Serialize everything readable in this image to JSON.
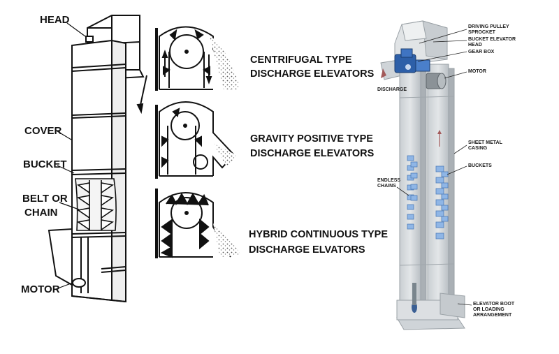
{
  "left_labels": {
    "head": "HEAD",
    "cover": "COVER",
    "bucket": "BUCKET",
    "belt_or": "BELT OR",
    "chain": "CHAIN",
    "motor": "MOTOR"
  },
  "types": [
    {
      "line1": "CENTRIFUGAL TYPE",
      "line2": "DISCHARGE ELEVATORS"
    },
    {
      "line1": "GRAVITY POSITIVE TYPE",
      "line2": "DISCHARGE ELEVATORS"
    },
    {
      "line1": "HYBRID CONTINUOUS TYPE",
      "line2": "DISCHARGE ELVATORS"
    }
  ],
  "right_labels": {
    "driving_pulley_1": "DRIVING PULLEY",
    "driving_pulley_2": "SPROCKET",
    "head_1": "BUCKET ELEVATOR",
    "head_2": "HEAD",
    "gear_box": "GEAR BOX",
    "motor": "MOTOR",
    "discharge": "DISCHARGE",
    "casing_1": "SHEET METAL",
    "casing_2": "CASING",
    "buckets": "BUCKETS",
    "chains_1": "ENDLESS",
    "chains_2": "CHAINS",
    "boot_1": "ELEVATOR BOOT",
    "boot_2": "OR LOADING",
    "boot_3": "ARRANGEMENT"
  },
  "colors": {
    "casing": "#d6dadd",
    "casing_dark": "#b4babf",
    "bucket_blue": "#8fb6e6",
    "gear_blue": "#2d5fa8",
    "ink": "#111111"
  }
}
